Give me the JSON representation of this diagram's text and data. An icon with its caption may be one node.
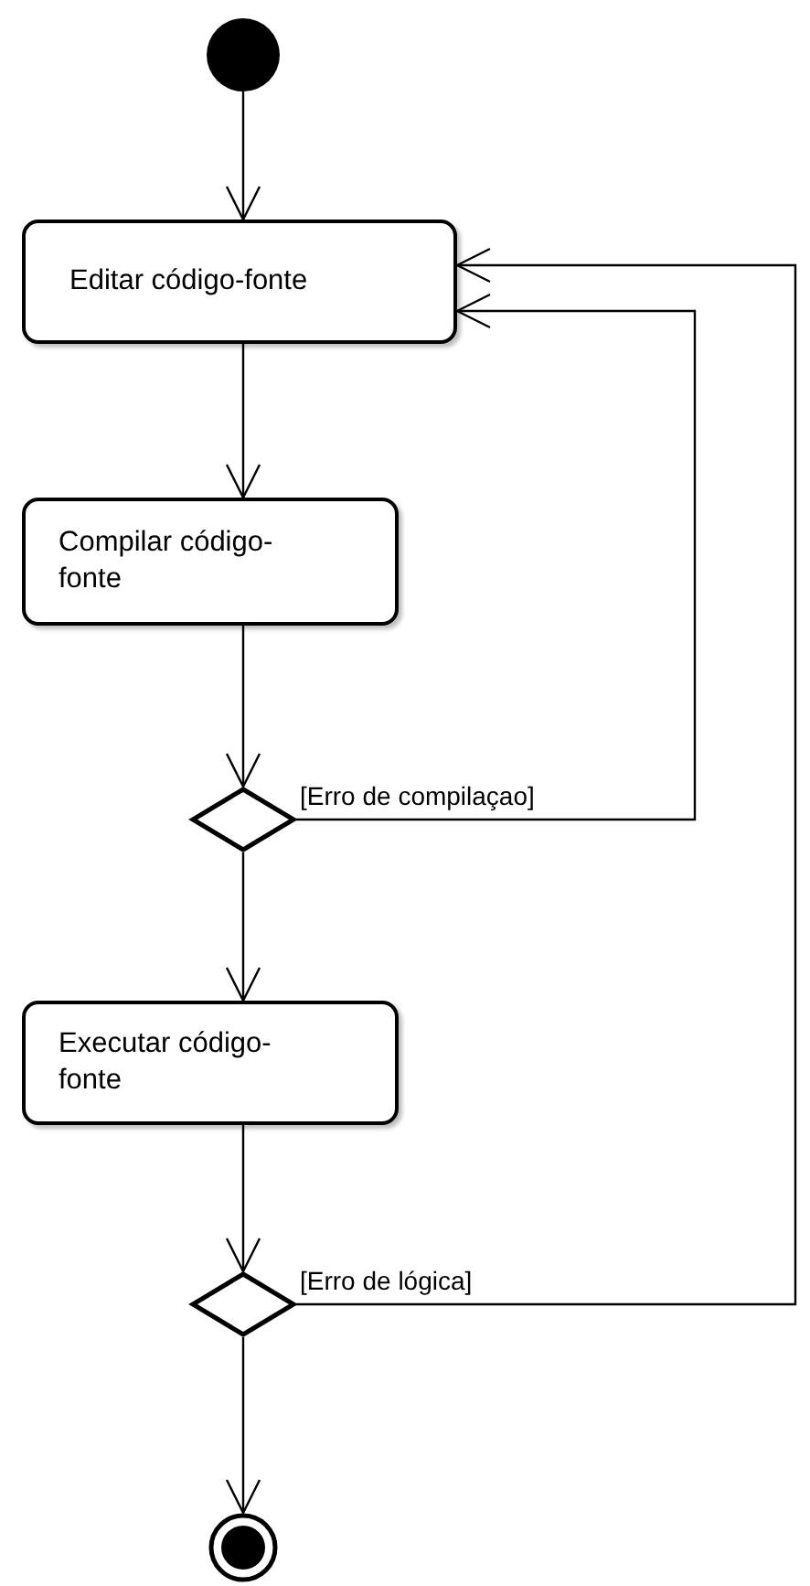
{
  "diagram": {
    "nodes": [
      {
        "text": [],
        "shape": "circle"
      },
      {
        "text": [
          "Editar código-fonte"
        ]
      },
      {
        "text": [
          "Compilar código-fonte"
        ]
      },
      {
        "text": [],
        "shape": "diamond"
      },
      {
        "text": [
          "Executar código-fonte"
        ]
      },
      {
        "text": [],
        "shape": "diamond"
      },
      {
        "text": [],
        "shape": "bullseye"
      }
    ],
    "edges": [
      {
        "from": 0,
        "to": 1,
        "arrow": "to"
      },
      {
        "from": 1,
        "to": 2,
        "arrow": "to"
      },
      {
        "from": 2,
        "to": 3,
        "arrow": "to"
      },
      {
        "from": 3,
        "to": 1,
        "arrow": "to",
        "label": "[Erro de compilaçao]"
      },
      {
        "from": 3,
        "to": 4,
        "arrow": "to"
      },
      {
        "from": 4,
        "to": 5,
        "arrow": "to"
      },
      {
        "from": 5,
        "to": 1,
        "arrow": "to",
        "label": "[Erro de lógica]"
      },
      {
        "from": 5,
        "to": 6,
        "arrow": "to"
      }
    ]
  }
}
